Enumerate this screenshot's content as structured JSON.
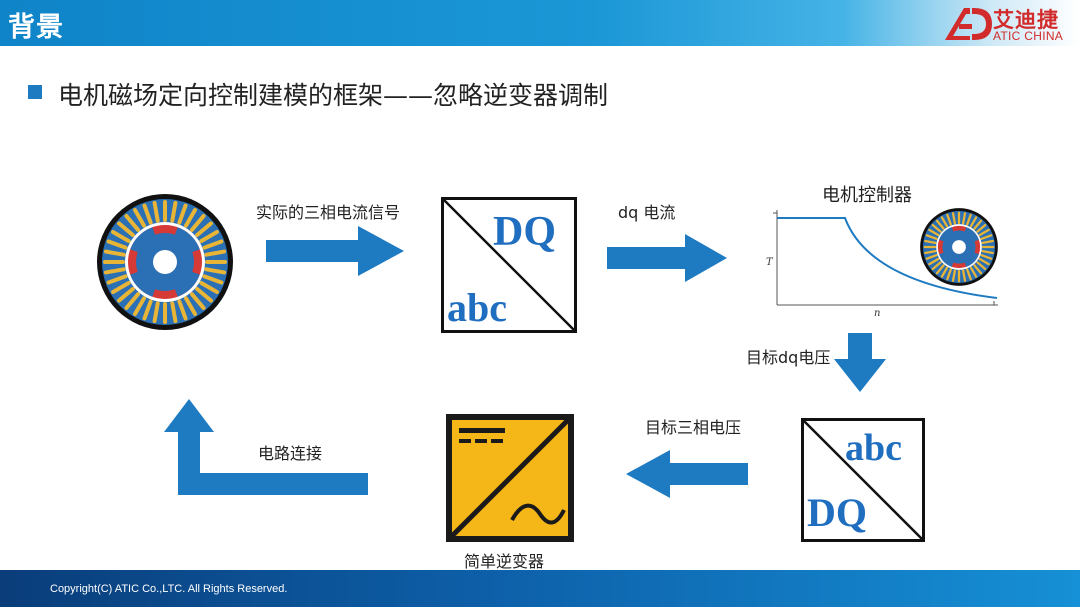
{
  "header": {
    "title": "背景",
    "logo_cn": "艾迪捷",
    "logo_en": "ATIC CHINA"
  },
  "subtitle": "电机磁场定向控制建模的框架——忽略逆变器调制",
  "diagram": {
    "arrow1_label": "实际的三相电流信号",
    "arrow2_label": "dq 电流",
    "controller_title": "电机控制器",
    "controller_axis_y": "T",
    "controller_axis_x": "n",
    "arrow3_label": "目标dq电压",
    "arrow4_label": "目标三相电压",
    "arrow5_label": "电路连接",
    "inverter_label": "简单逆变器",
    "box1_top": "DQ",
    "box1_bottom": "abc",
    "box2_top": "abc",
    "box2_bottom": "DQ"
  },
  "footer": {
    "text": "Copyright(C) ATIC Co.,LTC. All Rights Reserved."
  },
  "colors": {
    "accent_blue": "#1e7bc2",
    "logo_red": "#d22b2b",
    "inverter_yellow": "#f5b617"
  }
}
